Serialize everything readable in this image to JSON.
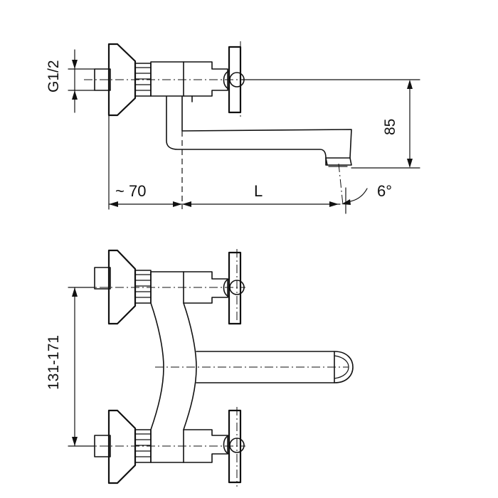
{
  "labels": {
    "thread": "G1/2",
    "height": "85",
    "wall_distance": "~ 70",
    "spout_length": "L",
    "angle": "6°",
    "center_distance": "131-171"
  }
}
